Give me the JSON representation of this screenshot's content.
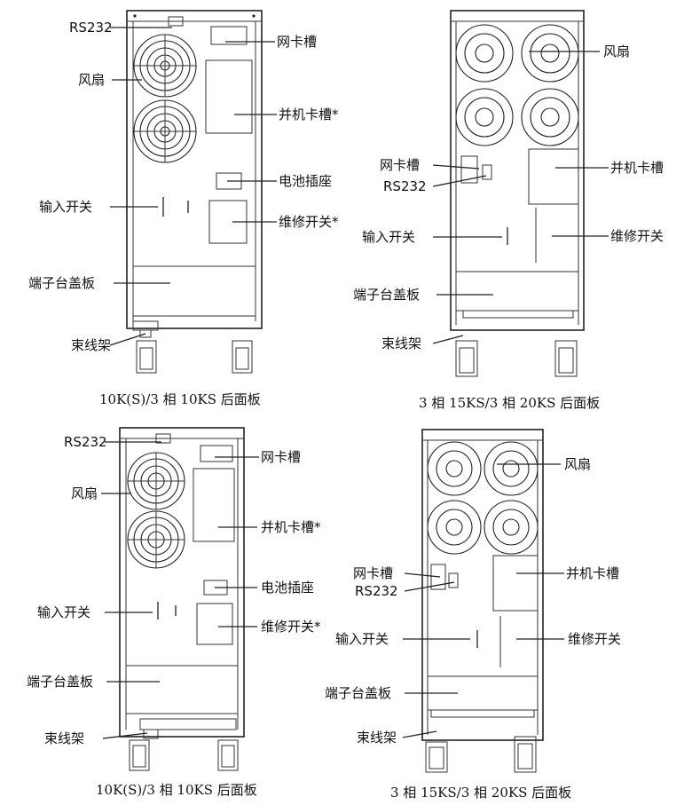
{
  "labels": {
    "rs232": "RS232",
    "netcard": "网卡槽",
    "fan": "风扇",
    "parallel_star": "并机卡槽*",
    "parallel": "并机卡槽",
    "battery": "电池插座",
    "input_switch": "输入开关",
    "maint_star": "维修开关*",
    "maint": "维修开关",
    "terminal_cover": "端子台盖板",
    "cable_rack": "束线架"
  },
  "captions": {
    "tower_small": "10K(S)/3 相 10KS 后面板",
    "tower_large": "3 相 15KS/3 相 20KS 后面板"
  },
  "panels": [
    {
      "id": "top-left",
      "caption_key": "tower_small"
    },
    {
      "id": "top-right",
      "caption_key": "tower_large"
    },
    {
      "id": "bottom-left",
      "caption_key": "tower_small"
    },
    {
      "id": "bottom-right",
      "caption_key": "tower_large"
    }
  ]
}
